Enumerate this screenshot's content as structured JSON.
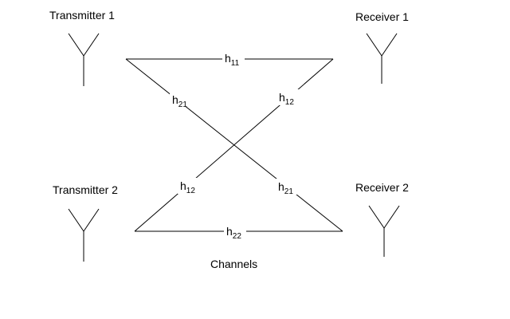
{
  "nodes": {
    "transmitter_1": "Transmitter 1",
    "receiver_1": "Receiver 1",
    "transmitter_2": "Transmitter 2",
    "receiver_2": "Receiver 2"
  },
  "channels": {
    "title": "Channels",
    "h11": {
      "base": "h",
      "sub": "11"
    },
    "h21_a": {
      "base": "h",
      "sub": "21"
    },
    "h12_a": {
      "base": "h",
      "sub": "12"
    },
    "h12_b": {
      "base": "h",
      "sub": "12"
    },
    "h21_b": {
      "base": "h",
      "sub": "21"
    },
    "h22": {
      "base": "h",
      "sub": "22"
    }
  },
  "colors": {
    "line": "#000000",
    "background": "#ffffff"
  }
}
